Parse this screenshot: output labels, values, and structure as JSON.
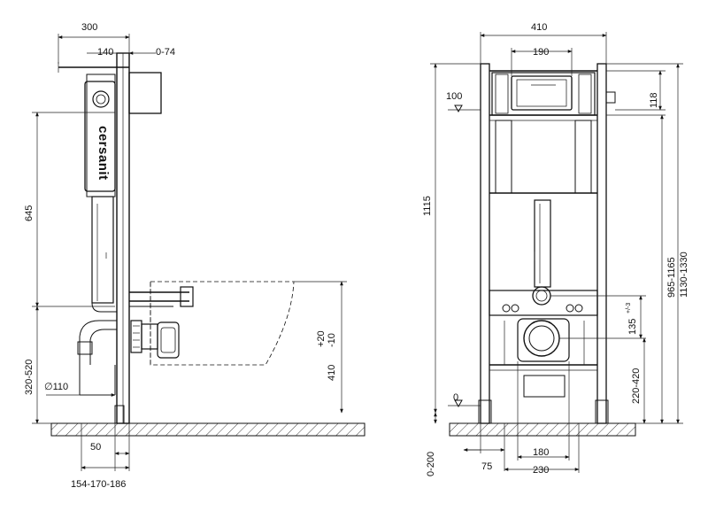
{
  "brand_label": "cersanit",
  "left_view": {
    "dims": {
      "d300": "300",
      "d140": "140",
      "d0_74": "0-74",
      "d645": "645",
      "d320_520": "320-520",
      "d110": "∅110",
      "d50": "50",
      "d154": "154-170-186",
      "d20plus": "+20",
      "d10minus": "-10",
      "d410": "410"
    }
  },
  "right_view": {
    "dims": {
      "d410": "410",
      "d190": "190",
      "d100": "100",
      "d118": "118",
      "d1115": "1115",
      "d965": "965-1165",
      "d1130": "1130-1330",
      "d135": "135",
      "d135tol": "+/-3",
      "d220": "220-420",
      "d0": "0",
      "d0_200": "0-200",
      "d75": "75",
      "d180": "180",
      "d230": "230"
    }
  }
}
